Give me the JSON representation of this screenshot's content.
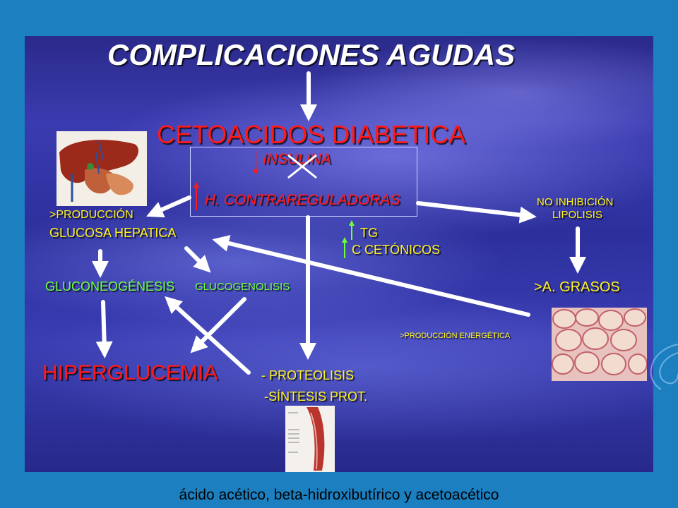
{
  "title": "COMPLICACIONES AGUDAS",
  "main_node": "CETOACIDOS DIABETICA",
  "box": {
    "line1": "INSULINA",
    "line2": "H. CONTRAREGULADORAS"
  },
  "produccion": {
    "line1": ">PRODUCCIÓN",
    "line2": "GLUCOSA HEPATICA"
  },
  "no_inhibicion": {
    "line1": "NO INHIBICIÓN",
    "line2": "LIPOLISIS"
  },
  "tg": "TG",
  "cetonicos": "C CETÓNICOS",
  "gluconeogenesis": "GLUCONEOGÉNESIS",
  "glucogenolisis": "GLUCOGENOLISIS",
  "grasos": ">A. GRASOS",
  "produccion_energetica": ">PRODUCCIÓN ENERGÉTICA",
  "hiperglucemia": "HIPERGLUCEMIA",
  "proteolisis": "- PROTEOLISIS",
  "sintesis": "-SÍNTESIS  PROT.",
  "footer": "ácido acético, beta-hidroxibutírico y acetoacético",
  "colors": {
    "slide_border": "#1b7fc0",
    "red": "#ff1a1a",
    "green": "#6cff3a",
    "yellow": "#fff21f",
    "arrow": "#ffffff"
  },
  "images": [
    "liver-organs-illustration",
    "adipose-tissue-micrograph",
    "muscle-anatomy-illustration"
  ]
}
